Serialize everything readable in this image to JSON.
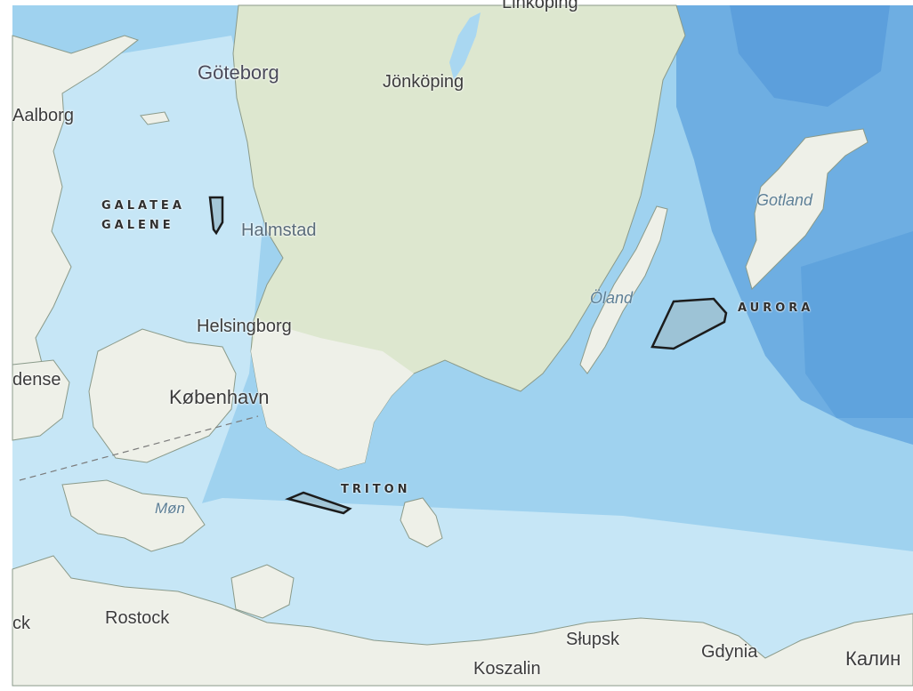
{
  "colors": {
    "sea_shallow": "#c6e6f6",
    "sea_mid": "#9fd2ef",
    "sea_deep": "#5fa3dd",
    "land": "#eef0e8",
    "sweden_land": "#dde7cf",
    "area_fill": "#9cbfd0",
    "area_stroke": "#1c1c1c"
  },
  "places": {
    "linkoping": "Linköping",
    "goteborg": "Göteborg",
    "jonkoping": "Jönköping",
    "aalborg": "Aalborg",
    "halmstad": "Halmstad",
    "gotland": "Gotland",
    "oland": "Öland",
    "helsingborg": "Helsingborg",
    "odense": "dense",
    "kobenhavn": "København",
    "mon": "Møn",
    "rostock_partial": "ck",
    "rostock": "Rostock",
    "slupsk": "Słupsk",
    "gdynia": "Gdynia",
    "koszalin": "Koszalin",
    "kalin": "Калин"
  },
  "fields": {
    "galatea": "GALATEA",
    "galene": "GALENE",
    "aurora": "AURORA",
    "triton": "TRITON"
  }
}
